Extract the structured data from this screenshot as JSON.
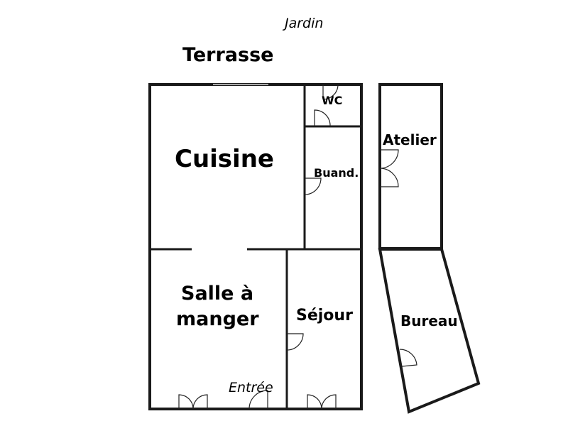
{
  "outside": {
    "garden_label": "Jardin",
    "terrace_label": "Terrasse",
    "entrance_label": "Entrée"
  },
  "rooms": {
    "cuisine": "Cuisine",
    "wc": "WC",
    "buanderie": "Buand.",
    "atelier": "Atelier",
    "salle_a_manger_line1": "Salle à",
    "salle_a_manger_line2": "manger",
    "sejour": "Séjour",
    "bureau": "Bureau"
  }
}
